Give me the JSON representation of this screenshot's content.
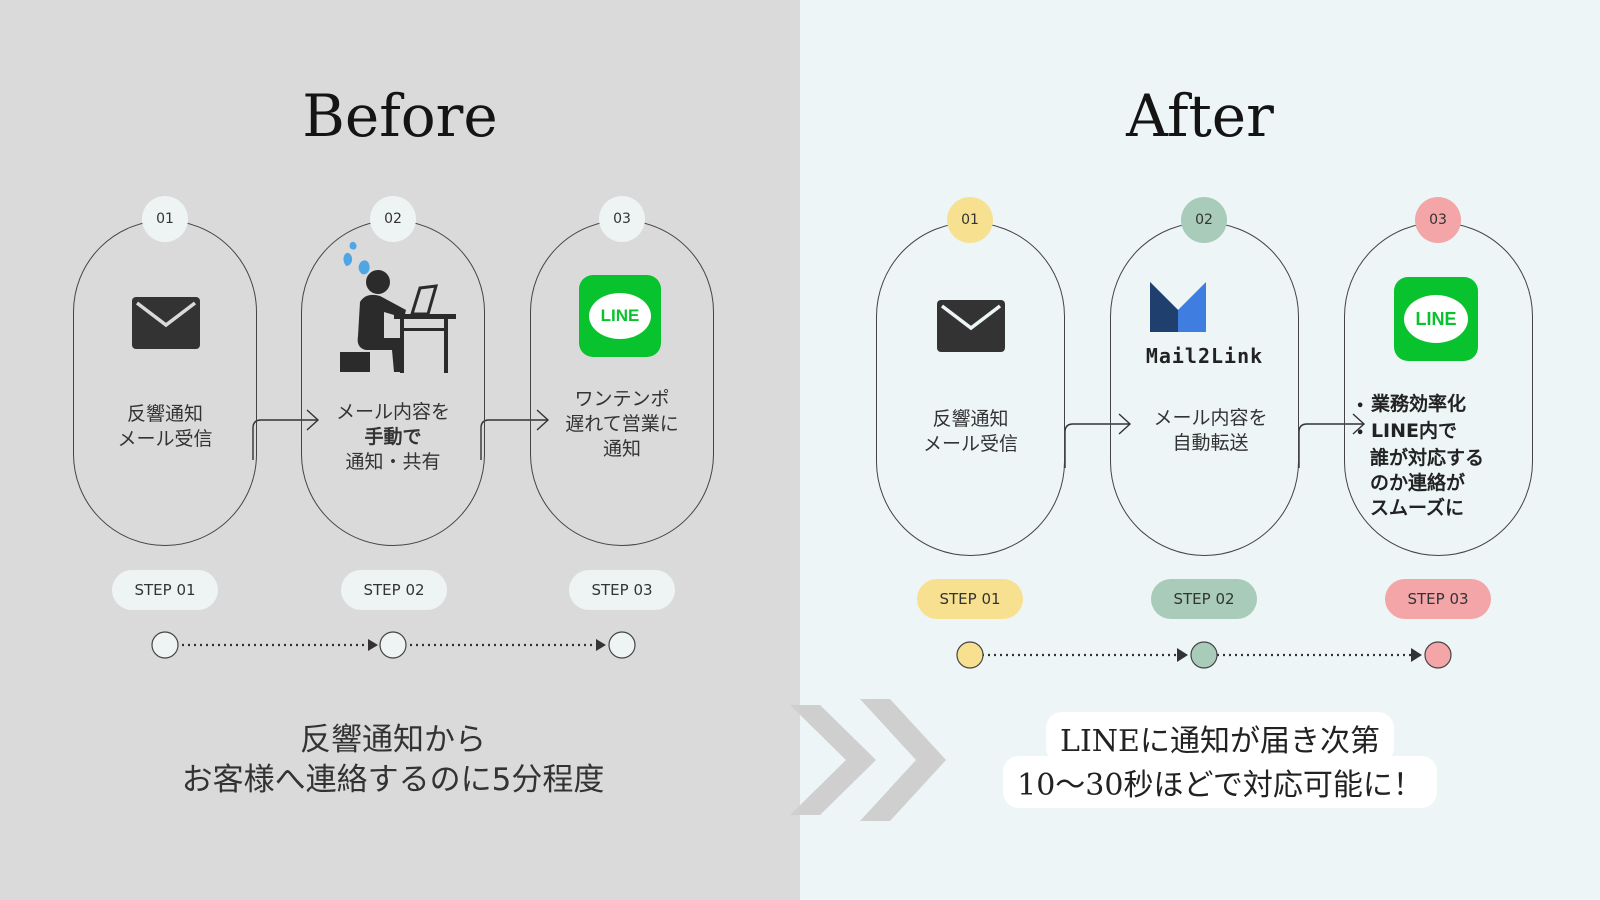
{
  "before": {
    "title": "Before",
    "steps": [
      {
        "num": "01",
        "label": "STEP 01",
        "icon": "envelope-icon",
        "lines": [
          "反響通知",
          "メール受信"
        ]
      },
      {
        "num": "02",
        "label": "STEP 02",
        "icon": "person-laptop-icon",
        "lines": [
          "メール内容を",
          "手動で",
          "通知・共有"
        ]
      },
      {
        "num": "03",
        "label": "STEP 03",
        "icon": "line-logo-icon",
        "logo_text": "LINE",
        "lines": [
          "ワンテンポ",
          "遅れて営業に",
          "通知"
        ]
      }
    ],
    "summary": [
      "反響通知から",
      "お客様へ連絡するのに5分程度"
    ]
  },
  "after": {
    "title": "After",
    "steps": [
      {
        "num": "01",
        "label": "STEP 01",
        "icon": "envelope-icon",
        "lines": [
          "反響通知",
          "メール受信"
        ]
      },
      {
        "num": "02",
        "label": "STEP 02",
        "icon": "mail2link-logo-icon",
        "logo_text": "Mail2Link",
        "lines": [
          "メール内容を",
          "自動転送"
        ]
      },
      {
        "num": "03",
        "label": "STEP 03",
        "icon": "line-logo-icon",
        "logo_text": "LINE",
        "bullets": [
          "業務効率化",
          "LINE内で",
          "誰が対応する",
          "のか連絡が",
          "スムーズに"
        ]
      }
    ],
    "summary": [
      "LINEに通知が届き次第",
      "10〜30秒ほどで対応可能に！"
    ]
  },
  "colors": {
    "before_bg": "#dadada",
    "after_bg": "#edf5f6",
    "before_badge": "#eef4f4",
    "after_step1": "#f7e08f",
    "after_step2": "#a9cbb9",
    "after_step3": "#f3a5a8",
    "line_green": "#08c32e",
    "mail2link_dark": "#1f3f6e",
    "mail2link_light": "#3f7ee0",
    "chevron": "#cfcfcf"
  }
}
